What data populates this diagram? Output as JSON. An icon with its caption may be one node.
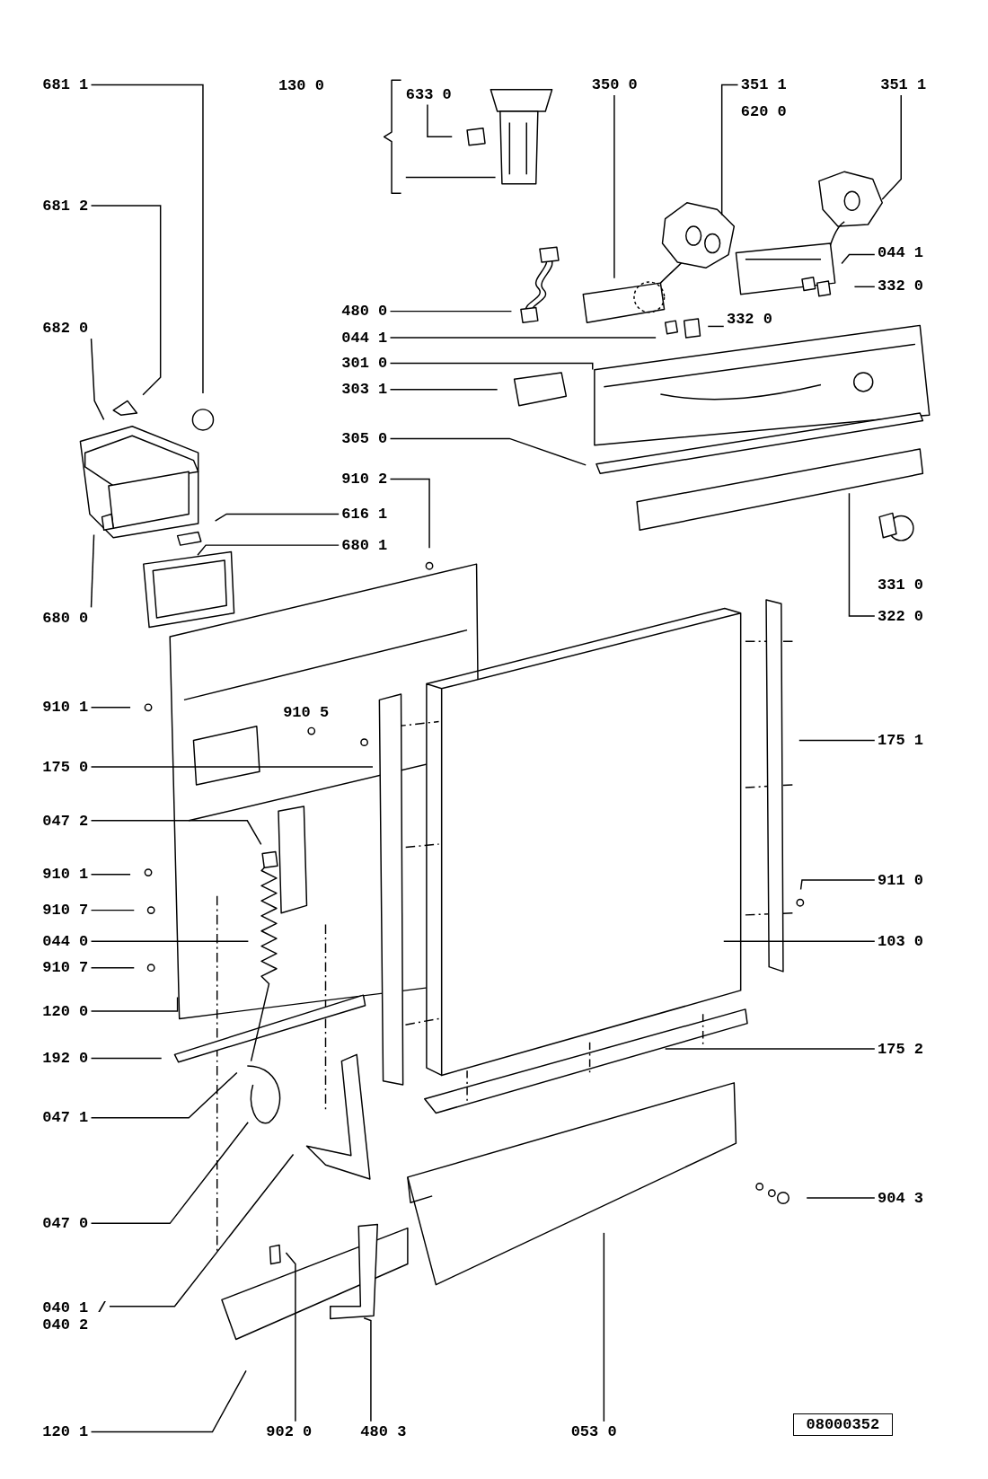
{
  "diagram": {
    "nodes": [
      {
        "text": [
          "681 1"
        ]
      },
      {
        "text": [
          "633 0"
        ]
      },
      {
        "text": [
          "350 0"
        ]
      },
      {
        "text": [
          "351 1"
        ]
      },
      {
        "text": [
          "351 1"
        ]
      },
      {
        "text": [
          "681 2"
        ]
      },
      {
        "text": [
          "044 1"
        ]
      },
      {
        "text": [
          "332 0"
        ]
      },
      {
        "text": [
          "682 0"
        ]
      },
      {
        "text": [
          "480 0"
        ]
      },
      {
        "text": [
          "044 1"
        ]
      },
      {
        "text": [
          "332 0"
        ]
      },
      {
        "text": [
          "301 0"
        ]
      },
      {
        "text": [
          "303 1"
        ]
      },
      {
        "text": [
          "305 0"
        ]
      },
      {
        "text": [
          "910 2"
        ]
      },
      {
        "text": [
          "616 1"
        ]
      },
      {
        "text": [
          "680 1"
        ]
      },
      {
        "text": [
          "680 0"
        ]
      },
      {
        "text": [
          "322 0"
        ]
      },
      {
        "text": [
          "910 1"
        ]
      },
      {
        "text": [
          "175 0"
        ]
      },
      {
        "text": [
          "175 1"
        ]
      },
      {
        "text": [
          "047 2"
        ]
      },
      {
        "text": [
          "910 1"
        ]
      },
      {
        "text": [
          "911 0"
        ]
      },
      {
        "text": [
          "910 7"
        ]
      },
      {
        "text": [
          "044 0"
        ]
      },
      {
        "text": [
          "910 7"
        ]
      },
      {
        "text": [
          "103 0"
        ]
      },
      {
        "text": [
          "120 0"
        ]
      },
      {
        "text": [
          "192 0"
        ]
      },
      {
        "text": [
          "175 2"
        ]
      },
      {
        "text": [
          "047 1"
        ]
      },
      {
        "text": [
          "904 3"
        ]
      },
      {
        "text": [
          "047 0"
        ]
      },
      {
        "text": [
          "040 1 /",
          "040 2"
        ]
      },
      {
        "text": [
          "120 1"
        ]
      },
      {
        "text": [
          "902 0"
        ]
      },
      {
        "text": [
          "480 3"
        ]
      },
      {
        "text": [
          "053 0"
        ]
      },
      {
        "text": [
          "08000352"
        ]
      }
    ],
    "edges": [
      {
        "from": 0,
        "to": null,
        "arrow": "none"
      },
      {
        "from": 1,
        "to": null,
        "arrow": "none"
      },
      {
        "from": 2,
        "to": null,
        "arrow": "none"
      },
      {
        "from": 3,
        "to": null,
        "arrow": "none"
      },
      {
        "from": 4,
        "to": null,
        "arrow": "none"
      },
      {
        "from": 5,
        "to": null,
        "arrow": "none"
      },
      {
        "from": 6,
        "to": null,
        "arrow": "none"
      },
      {
        "from": 7,
        "to": null,
        "arrow": "none"
      },
      {
        "from": 8,
        "to": null,
        "arrow": "none"
      },
      {
        "from": 9,
        "to": null,
        "arrow": "none"
      },
      {
        "from": 10,
        "to": null,
        "arrow": "none"
      },
      {
        "from": 11,
        "to": null,
        "arrow": "none"
      },
      {
        "from": 12,
        "to": null,
        "arrow": "none"
      },
      {
        "from": 13,
        "to": null,
        "arrow": "none"
      },
      {
        "from": 14,
        "to": null,
        "arrow": "none"
      },
      {
        "from": 15,
        "to": null,
        "arrow": "none"
      },
      {
        "from": 16,
        "to": null,
        "arrow": "none"
      },
      {
        "from": 17,
        "to": null,
        "arrow": "none"
      },
      {
        "from": 18,
        "to": null,
        "arrow": "none"
      },
      {
        "from": 19,
        "to": null,
        "arrow": "none"
      },
      {
        "from": 20,
        "to": null,
        "arrow": "none"
      },
      {
        "from": 21,
        "to": null,
        "arrow": "none"
      },
      {
        "from": 22,
        "to": null,
        "arrow": "none"
      },
      {
        "from": 23,
        "to": null,
        "arrow": "none"
      },
      {
        "from": 24,
        "to": null,
        "arrow": "none"
      },
      {
        "from": 25,
        "to": null,
        "arrow": "none"
      },
      {
        "from": 26,
        "to": null,
        "arrow": "none"
      },
      {
        "from": 27,
        "to": null,
        "arrow": "none"
      },
      {
        "from": 28,
        "to": null,
        "arrow": "none"
      },
      {
        "from": 29,
        "to": null,
        "arrow": "none"
      },
      {
        "from": 30,
        "to": null,
        "arrow": "none"
      },
      {
        "from": 31,
        "to": null,
        "arrow": "none"
      },
      {
        "from": 32,
        "to": null,
        "arrow": "none"
      },
      {
        "from": 33,
        "to": null,
        "arrow": "none"
      },
      {
        "from": 34,
        "to": null,
        "arrow": "none"
      },
      {
        "from": 35,
        "to": null,
        "arrow": "none"
      },
      {
        "from": 36,
        "to": null,
        "arrow": "none"
      },
      {
        "from": 37,
        "to": null,
        "arrow": "none"
      },
      {
        "from": 38,
        "to": null,
        "arrow": "none"
      },
      {
        "from": 39,
        "to": null,
        "arrow": "none"
      },
      {
        "from": 40,
        "to": null,
        "arrow": "none"
      }
    ],
    "labels": [
      "130 0",
      "620 0",
      "331 0",
      "910 5"
    ]
  }
}
